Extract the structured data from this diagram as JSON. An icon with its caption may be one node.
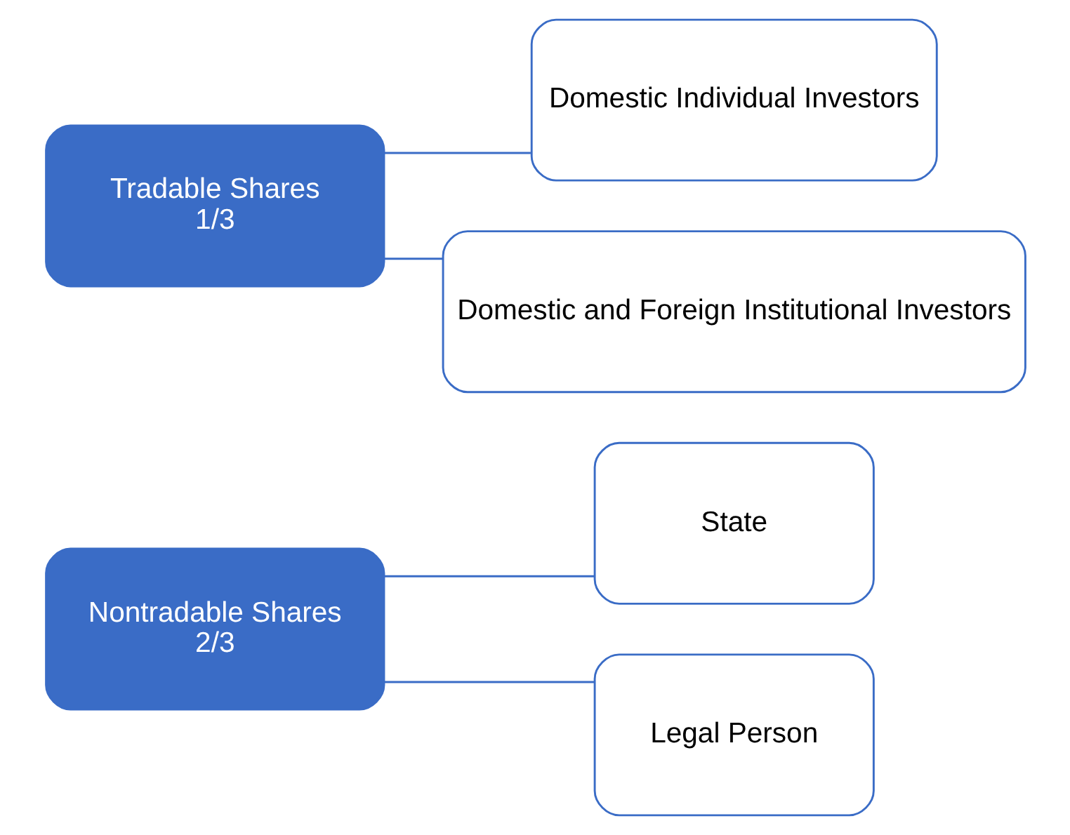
{
  "diagram": {
    "nodes": [
      {
        "text": [
          "Nontradable Shares",
          "2/3"
        ]
      },
      {
        "text": [
          "State"
        ]
      },
      {
        "text": [
          "Legal Person"
        ]
      },
      {
        "text": [
          "Tradable Shares",
          "1/3"
        ]
      },
      {
        "text": [
          "Domestic Individual Investors"
        ]
      },
      {
        "text": [
          "Domestic and Foreign Institutional Investors"
        ]
      }
    ],
    "edges": [
      {
        "from": 0,
        "to": 1,
        "arrow": "none"
      },
      {
        "from": 0,
        "to": 2,
        "arrow": "none"
      },
      {
        "from": 3,
        "to": 4,
        "arrow": "none"
      },
      {
        "from": 3,
        "to": 5,
        "arrow": "none"
      }
    ]
  }
}
